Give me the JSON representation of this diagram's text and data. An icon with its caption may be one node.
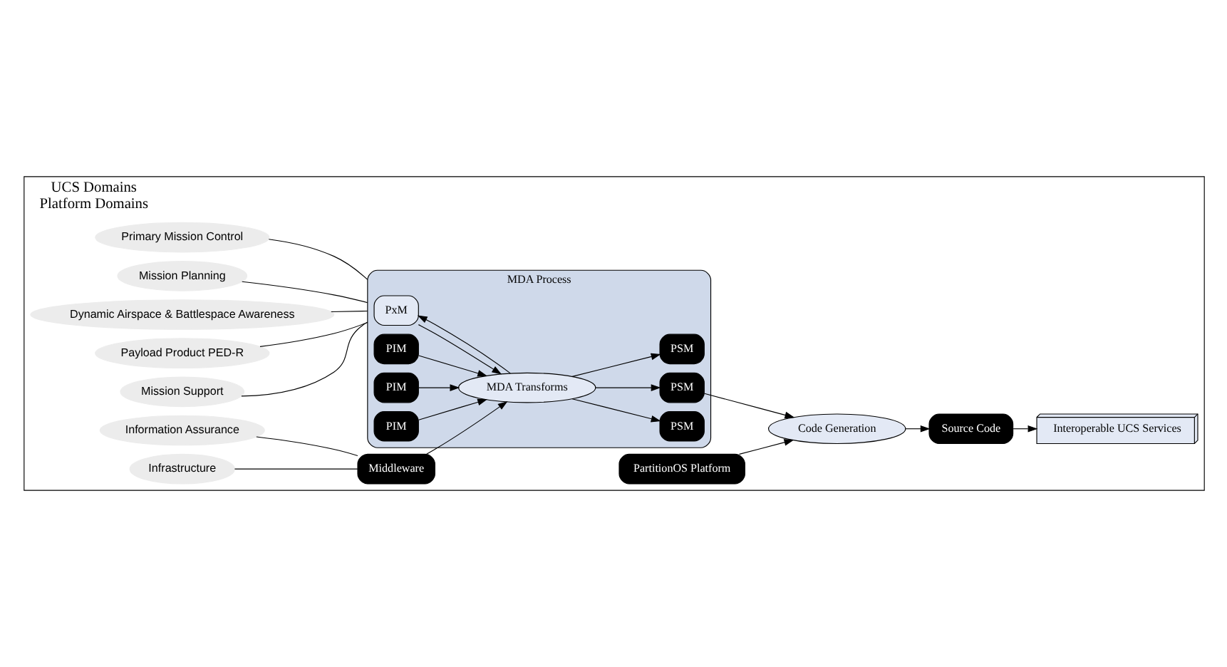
{
  "diagram": {
    "nodes": [
      {
        "text": [
          "UCS Domains",
          "Platform Domains"
        ]
      },
      {
        "text": [
          "Primary Mission Control"
        ],
        "in": 0
      },
      {
        "text": [
          "Mission Planning"
        ],
        "in": 0
      },
      {
        "text": [
          "Dynamic Airspace & Battlespace Awareness"
        ],
        "in": 0
      },
      {
        "text": [
          "Payload Product PED-R"
        ],
        "in": 0
      },
      {
        "text": [
          "Mission Support"
        ],
        "in": 0
      },
      {
        "text": [
          "MDA Process"
        ],
        "in": 0
      },
      {
        "text": [
          "PxM"
        ],
        "in": 6
      },
      {
        "text": [
          "PIM"
        ],
        "in": 6
      },
      {
        "text": [
          "PIM"
        ],
        "in": 6
      },
      {
        "text": [
          "PIM"
        ],
        "in": 6
      },
      {
        "text": [
          "MDA Transforms"
        ],
        "in": 6
      },
      {
        "text": [
          "PSM"
        ],
        "in": 6
      },
      {
        "text": [
          "PSM"
        ],
        "in": 6
      },
      {
        "text": [
          "PSM"
        ],
        "in": 6
      },
      {
        "text": [
          "Middleware"
        ],
        "in": 0
      },
      {
        "text": [
          "Information Assurance"
        ],
        "in": 0
      },
      {
        "text": [
          "Infrastructure"
        ],
        "in": 0
      },
      {
        "text": [
          "Code Generation"
        ],
        "in": 0
      },
      {
        "text": [
          "Source Code"
        ],
        "in": 0
      },
      {
        "text": [
          "Interoperable UCS Services"
        ],
        "in": 0
      },
      {
        "text": [
          "PartitionOS Platform"
        ],
        "in": 0
      }
    ],
    "edges": [
      {
        "from": 1,
        "to": 6,
        "arrow": "none"
      },
      {
        "from": 2,
        "to": 6,
        "arrow": "none"
      },
      {
        "from": 3,
        "to": 6,
        "arrow": "none"
      },
      {
        "from": 4,
        "to": 6,
        "arrow": "none"
      },
      {
        "from": 5,
        "to": 6,
        "arrow": "none"
      },
      {
        "from": 7,
        "to": 11,
        "arrow": "to"
      },
      {
        "from": 11,
        "to": 7,
        "arrow": "to"
      },
      {
        "from": 8,
        "to": 11,
        "arrow": "to"
      },
      {
        "from": 9,
        "to": 11,
        "arrow": "to"
      },
      {
        "from": 10,
        "to": 11,
        "arrow": "to"
      },
      {
        "from": 11,
        "to": 12,
        "arrow": "to"
      },
      {
        "from": 11,
        "to": 13,
        "arrow": "to"
      },
      {
        "from": 11,
        "to": 14,
        "arrow": "to"
      },
      {
        "from": 16,
        "to": 15,
        "arrow": "none"
      },
      {
        "from": 17,
        "to": 15,
        "arrow": "none"
      },
      {
        "from": 15,
        "to": 11,
        "arrow": "to"
      },
      {
        "from": 13,
        "to": 18,
        "arrow": "to"
      },
      {
        "from": 18,
        "to": 19,
        "arrow": "to"
      },
      {
        "from": 19,
        "to": 20,
        "arrow": "to"
      },
      {
        "from": 21,
        "to": 18,
        "arrow": "to"
      }
    ]
  }
}
